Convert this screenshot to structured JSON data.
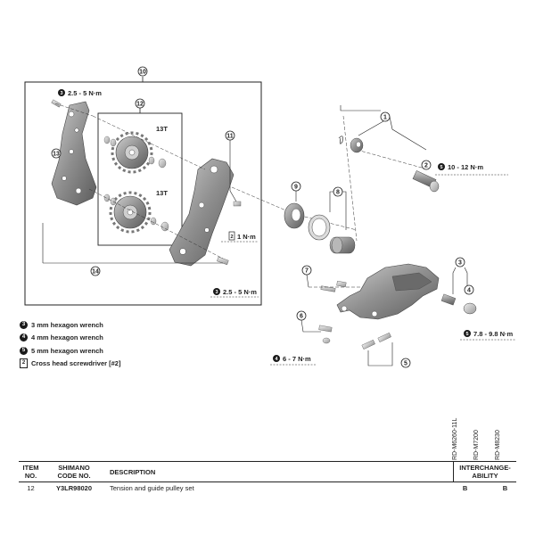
{
  "callouts": {
    "c1": "1",
    "c2": "2",
    "c3": "3",
    "c4": "4",
    "c5": "5",
    "c6": "6",
    "c7": "7",
    "c8": "8",
    "c9": "9",
    "c10": "10",
    "c11": "11",
    "c12": "12",
    "c13": "13",
    "c14": "14"
  },
  "torques": {
    "t_top_left": "2.5 - 5 N·m",
    "t_bolt": "10 - 12 N·m",
    "t_1nm": "1 N·m",
    "t_bottom": "2.5 - 5 N·m",
    "t_right": "7.8 - 9.8 N·m",
    "t_mid": "6 - 7 N·m"
  },
  "tool_badges": {
    "top_left": "3",
    "bolt": "5",
    "one_nm": "2",
    "bottom": "3",
    "right": "5",
    "mid": "4"
  },
  "pulley_labels": {
    "top": "13T",
    "bottom": "13T"
  },
  "legend": [
    {
      "icon": "3",
      "text": "3 mm hexagon wrench"
    },
    {
      "icon": "4",
      "text": "4 mm hexagon wrench"
    },
    {
      "icon": "5",
      "text": "5 mm hexagon wrench"
    },
    {
      "icon": "2",
      "text": "Cross head screwdriver [#2]"
    }
  ],
  "models": [
    "RD-M6260-11L",
    "RD-M7200",
    "RD-M8230"
  ],
  "table": {
    "headers": {
      "item": [
        "ITEM",
        "NO."
      ],
      "code": [
        "SHIMANO",
        "CODE NO."
      ],
      "desc": "DESCRIPTION",
      "inter": [
        "INTERCHANGE-",
        "ABILITY"
      ]
    },
    "rows": [
      {
        "item": "12",
        "code": "Y3LR98020",
        "desc": "Tension and guide pulley set",
        "m1": "B",
        "m2": "",
        "m3": "B"
      }
    ]
  },
  "colors": {
    "part_gray": "#8a8a8a",
    "line": "#333333"
  }
}
